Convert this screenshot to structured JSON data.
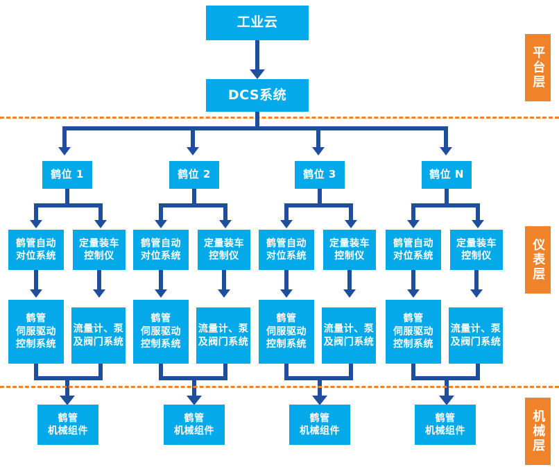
{
  "diagram": {
    "title_node": "工业云",
    "dcs_node": "DCS系统",
    "arm_positions": [
      "鹤位 1",
      "鹤位 2",
      "鹤位 3",
      "鹤位 N"
    ],
    "instrument_left": "鹤管自动\n对位系统",
    "instrument_right": "定量装车\n控制仪",
    "servo_left": "鹤管\n伺服驱动\n控制系统",
    "servo_right": "流量计、泵\n及阀门系统",
    "mechanical": "鹤管\n机械组件",
    "layers": [
      {
        "name": "平台层"
      },
      {
        "name": "仪表层"
      },
      {
        "name": "机械层"
      }
    ],
    "colors": {
      "node_fill": "#03A9E8",
      "connector": "#1F4E9C",
      "layer_tag": "#F0832A",
      "divider": "#F0832A",
      "node_text": "#FFFFFF",
      "background": "#FFFFFF"
    }
  }
}
